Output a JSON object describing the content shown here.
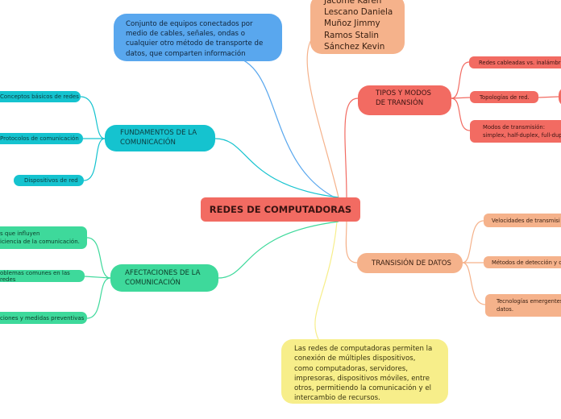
{
  "central": {
    "title": "REDES DE COMPUTADORAS"
  },
  "definition": {
    "text": "Conjunto de equipos conectados por\nmedio de cables, señales, ondas o\ncualquier otro método de transporte de\ndatos, que comparten información"
  },
  "authors": {
    "text": "Jacome Karen\nLescano Daniela\nMuñoz Jimmy\nRamos Stalin\nSánchez Kevin"
  },
  "summary": {
    "text": "Las redes de computadoras permiten la\nconexión de múltiples dispositivos,\ncomo computadoras, servidores,\nimpresoras, dispositivos móviles, entre\notros, permitiendo la comunicación y el\nintercambio de recursos."
  },
  "fundamentos": {
    "label": "FUNDAMENTOS DE LA\nCOMUNICACIÓN",
    "items": [
      "Conceptos básicos de redes",
      "Protocolos de comunicación",
      "Dispositivos de red"
    ]
  },
  "afectaciones": {
    "label": "AFECTACIONES DE LA\nCOMUNICACIÓN",
    "items": [
      "s que influyen\niciencia de la comunicación.",
      "oblemas comunes en las redes",
      "ciones y medidas preventivas"
    ]
  },
  "tipos": {
    "label": "TIPOS Y MODOS\nDE TRANSIÓN",
    "items": [
      "Redes cableadas vs. inalámbri",
      "Topologías de red.",
      "Modos de transmisión:\nsimplex, half-duplex, full-dup"
    ]
  },
  "transision": {
    "label": "TRANSISIÓN DE DATOS",
    "items": [
      "Velocidades de transmisi",
      "Métodos de detección y c",
      "Tecnologías emergentes\ndatos."
    ]
  },
  "colors": {
    "red": "#f26b62",
    "blue": "#59a7ee",
    "peach": "#f5b28b",
    "yellow": "#f7ee8a",
    "cyan": "#15c3cf",
    "green": "#3ed99b"
  }
}
